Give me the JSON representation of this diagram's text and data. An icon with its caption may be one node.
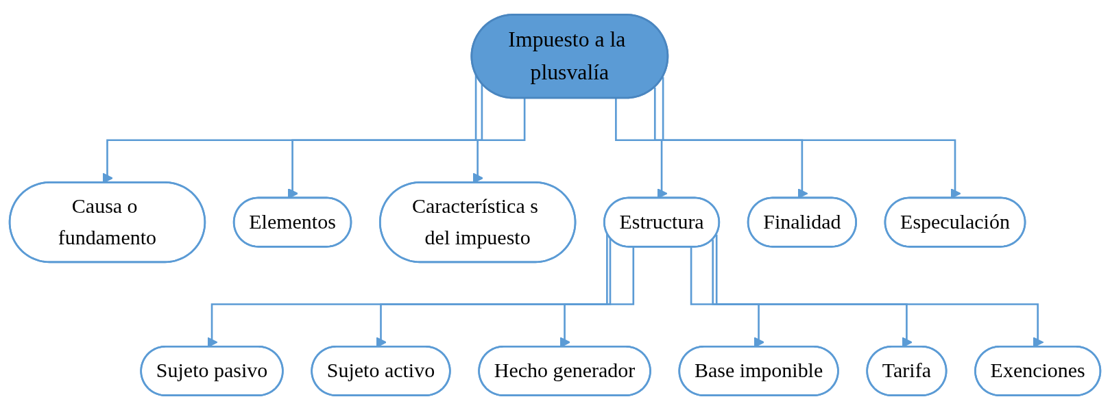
{
  "diagram": {
    "nodes": [
      {
        "text": [
          "Impuesto a la plusvalía"
        ]
      },
      {
        "text": [
          "Causa o fundamento"
        ]
      },
      {
        "text": [
          "Elementos"
        ]
      },
      {
        "text": [
          "Característica s del impuesto"
        ]
      },
      {
        "text": [
          "Estructura"
        ]
      },
      {
        "text": [
          "Finalidad"
        ]
      },
      {
        "text": [
          "Especulación"
        ]
      },
      {
        "text": [
          "Sujeto pasivo"
        ]
      },
      {
        "text": [
          "Sujeto activo"
        ]
      },
      {
        "text": [
          "Hecho generador"
        ]
      },
      {
        "text": [
          "Base imponible"
        ]
      },
      {
        "text": [
          "Tarifa"
        ]
      },
      {
        "text": [
          "Exenciones"
        ]
      }
    ],
    "edges": [
      {
        "from": 0,
        "to": 1,
        "arrow": "to"
      },
      {
        "from": 0,
        "to": 2,
        "arrow": "to"
      },
      {
        "from": 0,
        "to": 3,
        "arrow": "to"
      },
      {
        "from": 0,
        "to": 4,
        "arrow": "to"
      },
      {
        "from": 0,
        "to": 5,
        "arrow": "to"
      },
      {
        "from": 0,
        "to": 6,
        "arrow": "to"
      },
      {
        "from": 4,
        "to": 7,
        "arrow": "to"
      },
      {
        "from": 4,
        "to": 8,
        "arrow": "to"
      },
      {
        "from": 4,
        "to": 9,
        "arrow": "to"
      },
      {
        "from": 4,
        "to": 10,
        "arrow": "to"
      },
      {
        "from": 4,
        "to": 11,
        "arrow": "to"
      },
      {
        "from": 4,
        "to": 12,
        "arrow": "to"
      }
    ]
  }
}
